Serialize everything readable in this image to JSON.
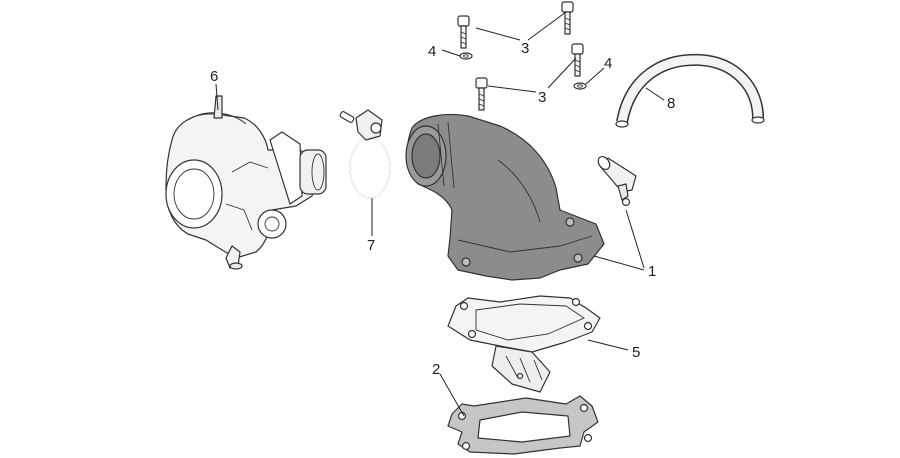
{
  "callouts": {
    "c1": "1",
    "c2": "2",
    "c3a": "3",
    "c3b": "3",
    "c4a": "4",
    "c4b": "4",
    "c5": "5",
    "c6": "6",
    "c7": "7",
    "c8": "8"
  },
  "colors": {
    "intake_manifold": "#8c8c8c",
    "gasket": "#c6c6c6",
    "outline": "#333333"
  }
}
